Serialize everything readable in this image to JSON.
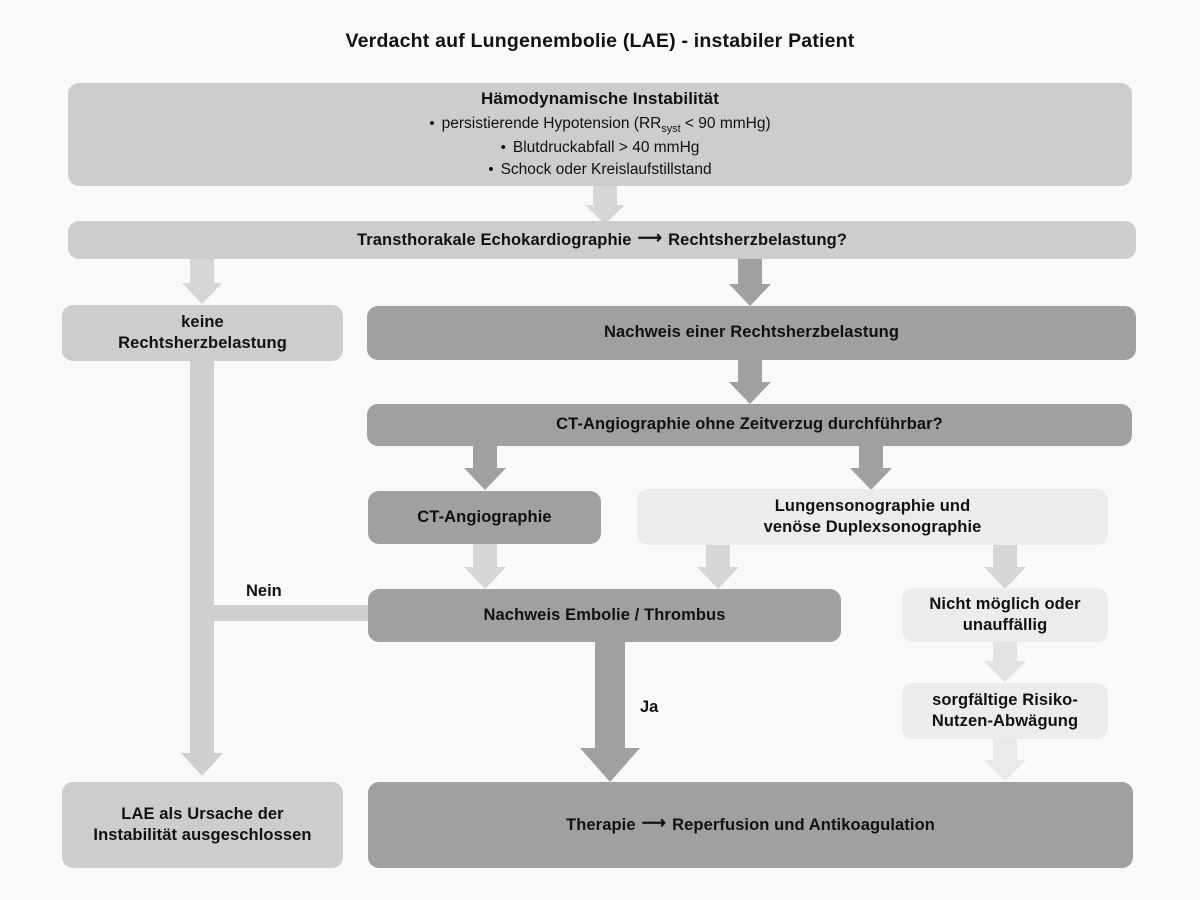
{
  "page": {
    "title": "Verdacht auf Lungenembolie (LAE) - instabiler Patient",
    "background_color": "#f9f9f9",
    "text_color": "#111111"
  },
  "palette": {
    "box_light": "#ececec",
    "box_mid": "#cdcdcd",
    "box_dark": "#a0a0a0",
    "arrow_light": "#d6d6d6",
    "arrow_mid": "#a0a0a0"
  },
  "nodes": {
    "instability": {
      "title": "Hämodynamische Instabilität",
      "bullets": [
        "persistierende Hypotension (RRsyst < 90 mmHg)",
        "Blutdruckabfall > 40 mmHg",
        "Schock oder Kreislaufstillstand"
      ],
      "bullet1_pre": "persistierende Hypotension (RR",
      "bullet1_sub": "syst",
      "bullet1_post": " < 90 mmHg)"
    },
    "echo": {
      "left": "Transthorakale Echokardiographie",
      "arrow": "⟶",
      "right": "Rechtsherzbelastung?"
    },
    "no_rv_strain": {
      "label": "keine\nRechtsherzbelastung",
      "line1": "keine",
      "line2": "Rechtsherzbelastung"
    },
    "rv_strain": {
      "label": "Nachweis einer Rechtsherzbelastung"
    },
    "ct_available": {
      "label": "CT-Angiographie ohne Zeitverzug durchführbar?"
    },
    "ct_angio": {
      "label": "CT-Angiographie"
    },
    "sonography": {
      "line1": "Lungensonographie und",
      "line2": "venöse Duplexsonographie"
    },
    "embolus_proof": {
      "label": "Nachweis Embolie / Thrombus"
    },
    "not_possible": {
      "line1": "Nicht möglich oder",
      "line2": "unauffällig"
    },
    "risk_benefit": {
      "line1": "sorgfältige Risiko-",
      "line2": "Nutzen-Abwägung"
    },
    "lae_excluded": {
      "line1": "LAE als Ursache der",
      "line2": "Instabilität ausgeschlossen"
    },
    "therapy": {
      "left": "Therapie",
      "arrow": "⟶",
      "right": "Reperfusion und Antikoagulation"
    }
  },
  "edge_labels": {
    "nein": "Nein",
    "ja": "Ja"
  }
}
